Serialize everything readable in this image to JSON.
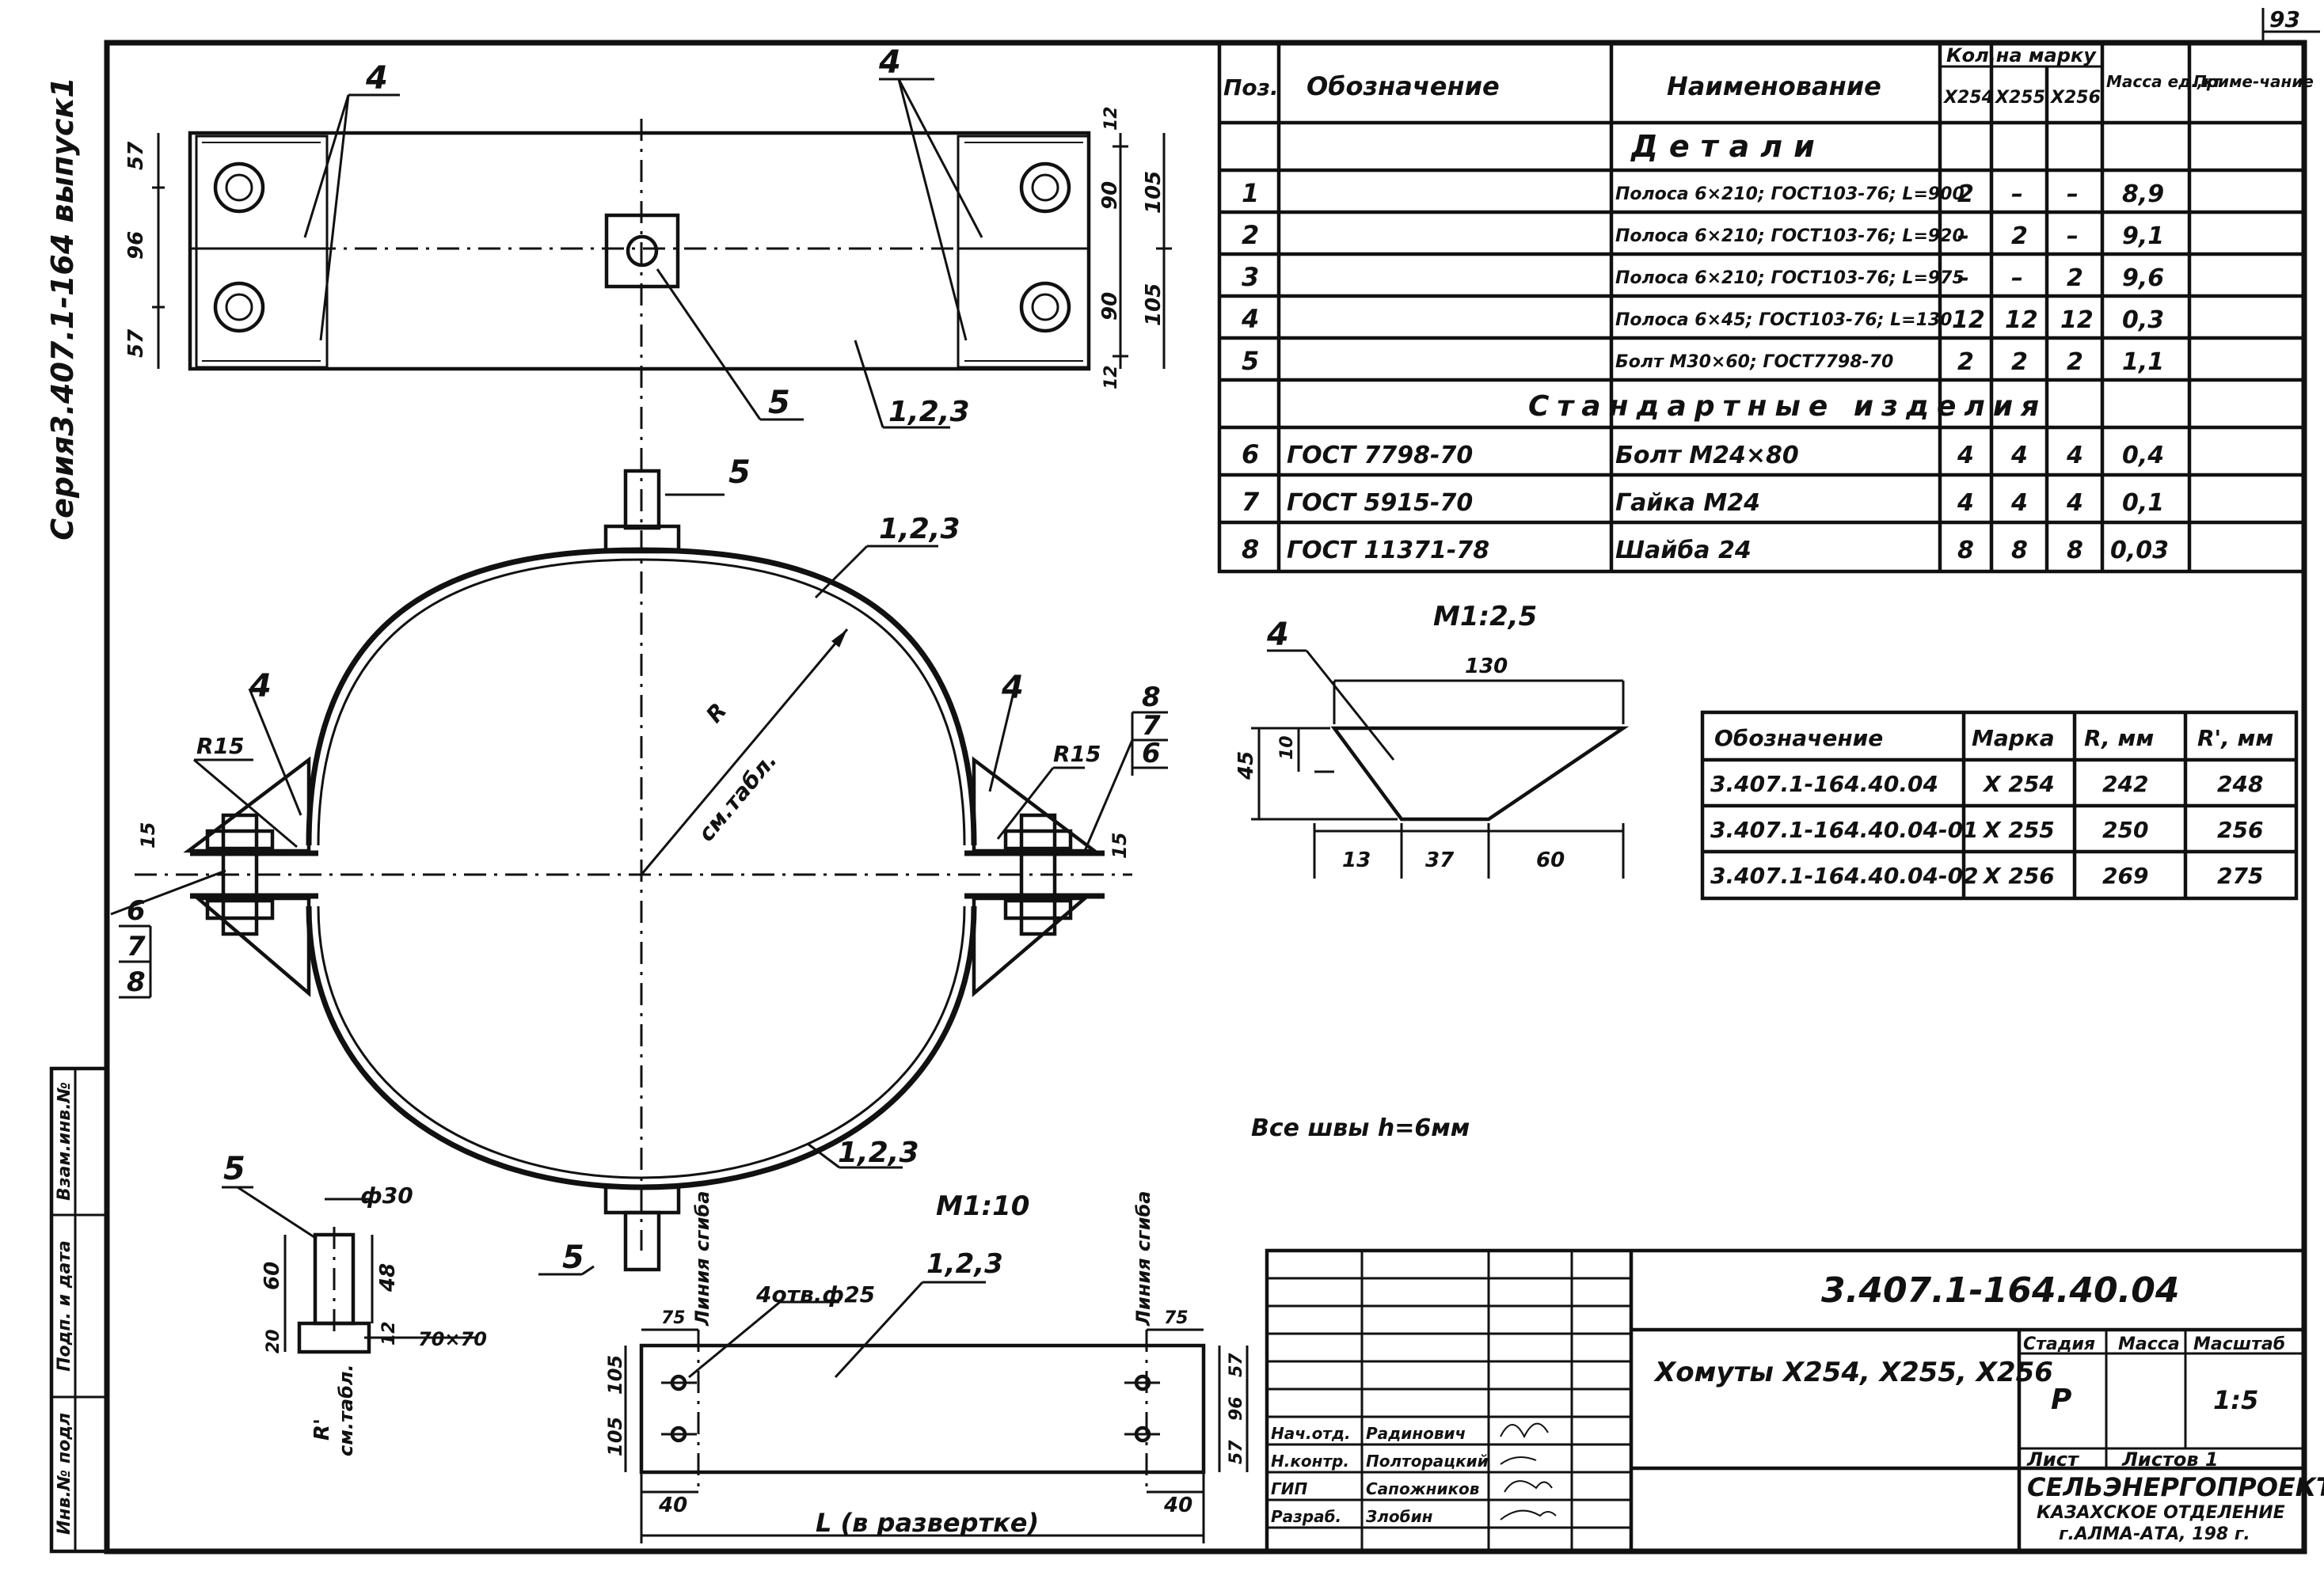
{
  "page_number": "93",
  "series_label": "Серия3.407.1-164 выпуск1",
  "left_stamp": {
    "col1": "Инв.№ подл",
    "col2": "Подп. и дата",
    "col3": "Взам.инв.№"
  },
  "spec_table": {
    "headers": {
      "pos": "Поз.",
      "designation": "Обозначение",
      "name": "Наименование",
      "qty": "Кол.на марку",
      "qty_cols": [
        "Х254",
        "Х255",
        "Х256"
      ],
      "mass": "Масса ед.,кг",
      "note": "Приме-чание"
    },
    "section_details": "Детали",
    "section_standard": "Стандартные изделия",
    "rows": [
      {
        "pos": "1",
        "designation": "",
        "name": "Полоса 6×210; ГОСТ103-76; L=900",
        "q1": "2",
        "q2": "–",
        "q3": "–",
        "mass": "8,9"
      },
      {
        "pos": "2",
        "designation": "",
        "name": "Полоса 6×210; ГОСТ103-76; L=920",
        "q1": "–",
        "q2": "2",
        "q3": "–",
        "mass": "9,1"
      },
      {
        "pos": "3",
        "designation": "",
        "name": "Полоса 6×210; ГОСТ103-76; L=975",
        "q1": "–",
        "q2": "–",
        "q3": "2",
        "mass": "9,6"
      },
      {
        "pos": "4",
        "designation": "",
        "name": "Полоса 6×45; ГОСТ103-76; L=130",
        "q1": "12",
        "q2": "12",
        "q3": "12",
        "mass": "0,3"
      },
      {
        "pos": "5",
        "designation": "",
        "name": "Болт М30×60; ГОСТ7798-70",
        "q1": "2",
        "q2": "2",
        "q3": "2",
        "mass": "1,1"
      },
      {
        "pos": "6",
        "designation": "ГОСТ 7798-70",
        "name": "Болт М24×80",
        "q1": "4",
        "q2": "4",
        "q3": "4",
        "mass": "0,4"
      },
      {
        "pos": "7",
        "designation": "ГОСТ 5915-70",
        "name": "Гайка М24",
        "q1": "4",
        "q2": "4",
        "q3": "4",
        "mass": "0,1"
      },
      {
        "pos": "8",
        "designation": "ГОСТ 11371-78",
        "name": "Шайба 24",
        "q1": "8",
        "q2": "8",
        "q3": "8",
        "mass": "0,03"
      }
    ]
  },
  "marks_table": {
    "headers": [
      "Обозначение",
      "Марка",
      "R, мм",
      "R', мм"
    ],
    "rows": [
      [
        "3.407.1-164.40.04",
        "Х 254",
        "242",
        "248"
      ],
      [
        "3.407.1-164.40.04-01",
        "Х 255",
        "250",
        "256"
      ],
      [
        "3.407.1-164.40.04-02",
        "Х 256",
        "269",
        "275"
      ]
    ]
  },
  "notes": {
    "scale_detail4": "М1:2,5",
    "scale_strip": "М1:10",
    "welds": "Все швы h=6мм"
  },
  "labels": {
    "ref4": "4",
    "ref5": "5",
    "ref123": "1,2,3",
    "ref6": "6",
    "ref7": "7",
    "ref8": "8",
    "r15": "R15",
    "radius": "R",
    "radius_note": "см.табл.",
    "r_prime": "R'",
    "holes": "4отв.ф25",
    "bend_line": "Линия сгиба",
    "unrolled": "L (в развертке)",
    "d30": "ф30",
    "size70": "70×70"
  },
  "dims": {
    "top_plan": {
      "d57a": "57",
      "d96": "96",
      "d57b": "57",
      "d12a": "12",
      "d90a": "90",
      "d105a": "105",
      "d90b": "90",
      "d105b": "105",
      "d12b": "12"
    },
    "flange": {
      "d15l": "15",
      "d15r": "15"
    },
    "detail4": {
      "d130": "130",
      "d45": "45",
      "d10": "10",
      "d13": "13",
      "d37": "37",
      "d60": "60"
    },
    "bolt5": {
      "d60": "60",
      "d48": "48",
      "d12": "12",
      "d20": "20"
    },
    "strip": {
      "d75l": "75",
      "d75r": "75",
      "d105a": "105",
      "d105b": "105",
      "d57a": "57",
      "d96": "96",
      "d57b": "57",
      "d40l": "40",
      "d40r": "40"
    }
  },
  "title_block": {
    "code": "3.407.1-164.40.04",
    "title": "Хомуты Х254, Х255, Х256",
    "stage_label": "Стадия",
    "mass_label": "Масса",
    "scale_label": "Масштаб",
    "stage": "Р",
    "mass": "",
    "scale": "1:5",
    "sheet_label": "Лист",
    "sheets_label": "Листов 1",
    "org1": "СЕЛЬЭНЕРГОПРОЕКТ",
    "org2": "КАЗАХСКОЕ ОТДЕЛЕНИЕ",
    "org3": "г.АЛМА-АТА, 198 г.",
    "staff": [
      {
        "role": "Нач.отд.",
        "name": "Радинович"
      },
      {
        "role": "Н.контр.",
        "name": "Полторацкий"
      },
      {
        "role": "ГИП",
        "name": "Сапожников"
      },
      {
        "role": "Разраб.",
        "name": "Злобин"
      }
    ]
  }
}
